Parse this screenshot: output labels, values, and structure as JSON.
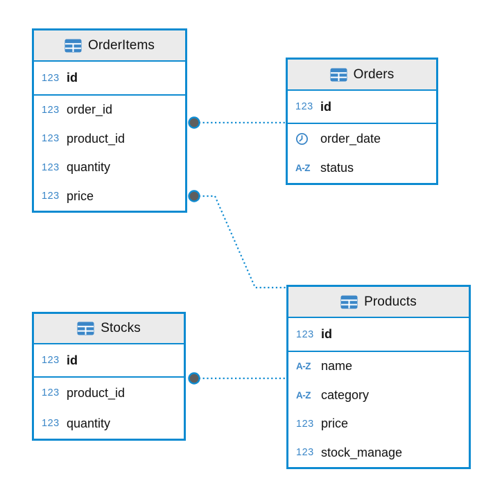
{
  "diagram": {
    "kind": "database-er-diagram",
    "background": "#ffffff",
    "colors": {
      "border_blue": "#0e8bd1",
      "icon_blue": "#3b87c8",
      "header_background": "#ebebeb",
      "connector_dot_fill": "#5e5e5e",
      "text": "#111111"
    }
  },
  "icons": {
    "number_label": "123",
    "string_label": "A-Z",
    "date_icon": "clock-icon",
    "header_icon": "table-grid-icon"
  },
  "tables": [
    {
      "title": "OrderItems",
      "key_fields": [
        {
          "name": "id",
          "type": "number"
        }
      ],
      "fields": [
        {
          "name": "order_id",
          "type": "number"
        },
        {
          "name": "product_id",
          "type": "number"
        },
        {
          "name": "quantity",
          "type": "number"
        },
        {
          "name": "price",
          "type": "number"
        }
      ]
    },
    {
      "title": "Orders",
      "key_fields": [
        {
          "name": "id",
          "type": "number"
        }
      ],
      "fields": [
        {
          "name": "order_date",
          "type": "date"
        },
        {
          "name": "status",
          "type": "string"
        }
      ]
    },
    {
      "title": "Products",
      "key_fields": [
        {
          "name": "id",
          "type": "number"
        }
      ],
      "fields": [
        {
          "name": "name",
          "type": "string"
        },
        {
          "name": "category",
          "type": "string"
        },
        {
          "name": "price",
          "type": "number"
        },
        {
          "name": "stock_manage",
          "type": "number"
        }
      ]
    },
    {
      "title": "Stocks",
      "key_fields": [
        {
          "name": "id",
          "type": "number"
        }
      ],
      "fields": [
        {
          "name": "product_id",
          "type": "number"
        },
        {
          "name": "quantity",
          "type": "number"
        }
      ]
    }
  ],
  "relationships": [
    {
      "from": "OrderItems",
      "to": "Orders"
    },
    {
      "from": "OrderItems",
      "to": "Products"
    },
    {
      "from": "Stocks",
      "to": "Products"
    }
  ]
}
